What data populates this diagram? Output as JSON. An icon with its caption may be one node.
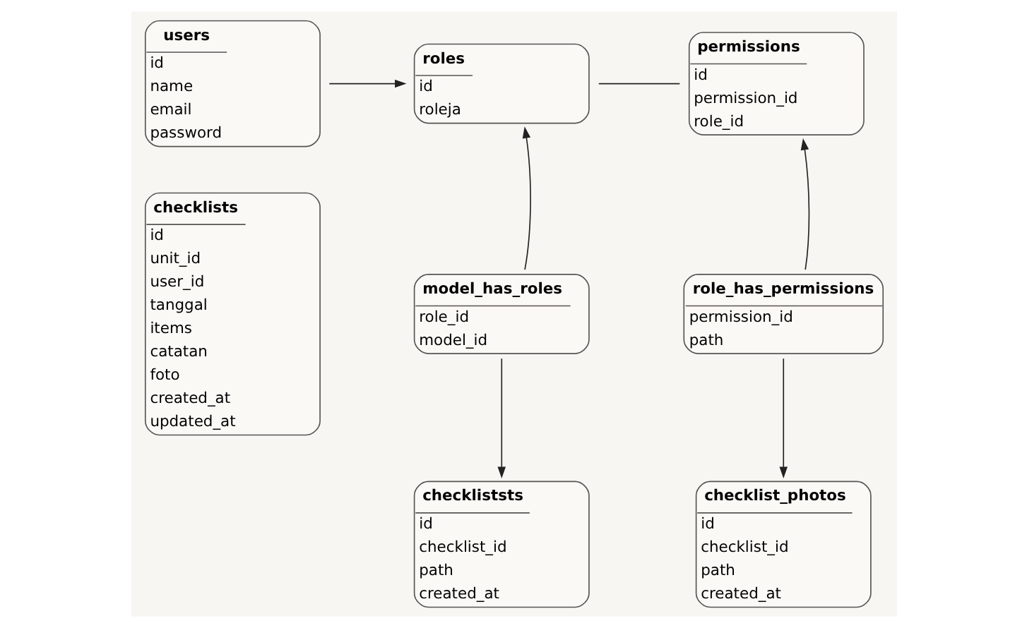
{
  "diagram": {
    "nodes": [
      {
        "text": [
          "users",
          "id",
          "name",
          "email",
          "password"
        ]
      },
      {
        "text": [
          "roles",
          "id",
          "roleja"
        ]
      },
      {
        "text": [
          "permissions",
          "id",
          "permission_id",
          "role_id"
        ]
      },
      {
        "text": [
          "model_has_roles",
          "role_id",
          "model_id"
        ]
      },
      {
        "text": [
          "role_has_permissions",
          "permission_id",
          "path"
        ]
      },
      {
        "text": [
          "checklists",
          "id",
          "unit_id",
          "user_id",
          "tanggal",
          "items",
          "catatan",
          "foto",
          "created_at",
          "updated_at"
        ]
      },
      {
        "text": [
          "checkliststs",
          "id",
          "checklist_id",
          "path",
          "created_at"
        ]
      },
      {
        "text": [
          "checklist_photos",
          "id",
          "checklist_id",
          "path",
          "created_at"
        ]
      }
    ],
    "edges": [
      {
        "from": 0,
        "to": 1,
        "arrow": "to"
      },
      {
        "from": 1,
        "to": 2,
        "arrow": "none"
      },
      {
        "from": 3,
        "to": 1,
        "arrow": "to"
      },
      {
        "from": 3,
        "to": 6,
        "arrow": "to"
      },
      {
        "from": 4,
        "to": 2,
        "arrow": "to"
      },
      {
        "from": 4,
        "to": 7,
        "arrow": "to"
      }
    ]
  }
}
